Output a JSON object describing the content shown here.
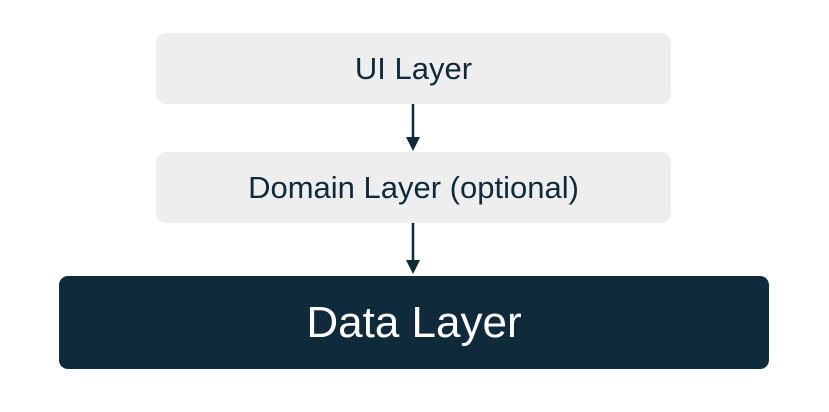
{
  "layers": {
    "ui": {
      "label": "UI Layer",
      "background": "#eeeeee",
      "text_color": "#0f2a3b"
    },
    "domain": {
      "label": "Domain Layer (optional)",
      "background": "#eeeeee",
      "text_color": "#0f2a3b"
    },
    "data": {
      "label": "Data Layer",
      "background": "#0f2a3b",
      "text_color": "#ffffff"
    }
  },
  "arrows": {
    "color": "#0f2a3b",
    "connections": [
      {
        "from": "UI Layer",
        "to": "Domain Layer (optional)"
      },
      {
        "from": "Domain Layer (optional)",
        "to": "Data Layer"
      }
    ]
  }
}
